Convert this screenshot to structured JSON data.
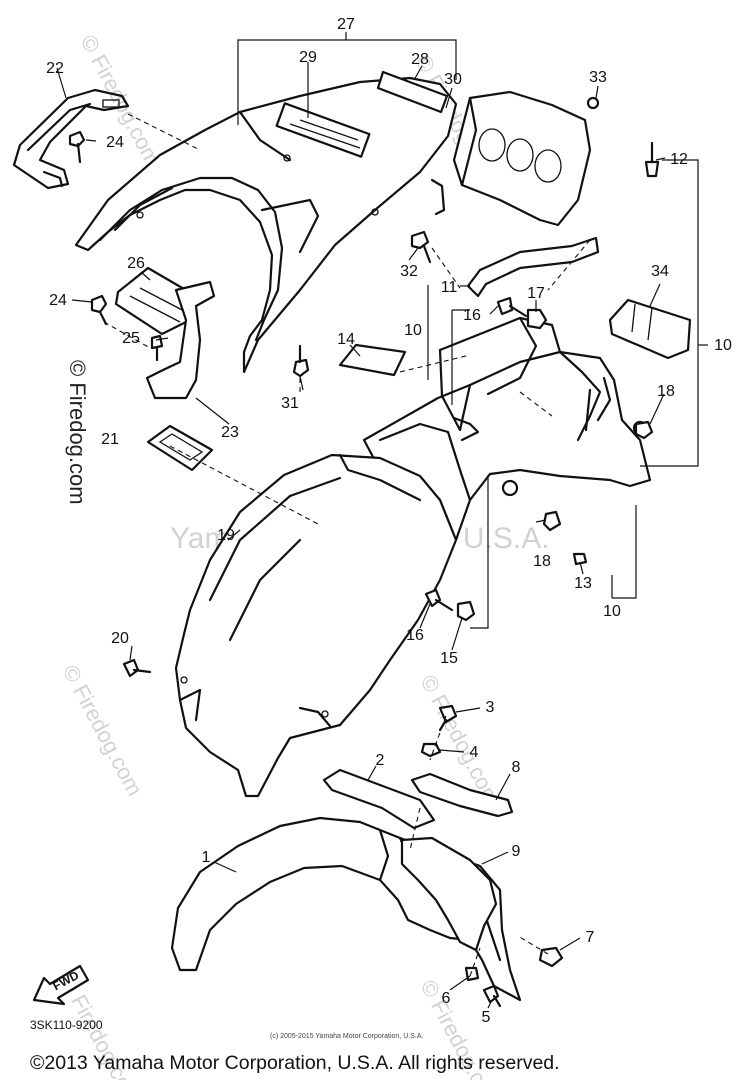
{
  "watermarks": {
    "center": "Yamaha Motor Corp., U.S.A.",
    "side": "© Firedog.com"
  },
  "callouts": [
    "1",
    "2",
    "3",
    "4",
    "5",
    "6",
    "7",
    "8",
    "9",
    "10",
    "11",
    "12",
    "13",
    "14",
    "15",
    "16",
    "17",
    "18",
    "19",
    "20",
    "21",
    "22",
    "23",
    "24",
    "25",
    "26",
    "27",
    "28",
    "29",
    "30",
    "31",
    "32",
    "33",
    "34"
  ],
  "fwd_label": "FWD",
  "diagram_code": "3SK110-9200",
  "fine_print": "(c) 2005-2015 Yamaha Motor Corporation, U.S.A.",
  "copyright": "©2013 Yamaha Motor Corporation, U.S.A. All rights reserved."
}
